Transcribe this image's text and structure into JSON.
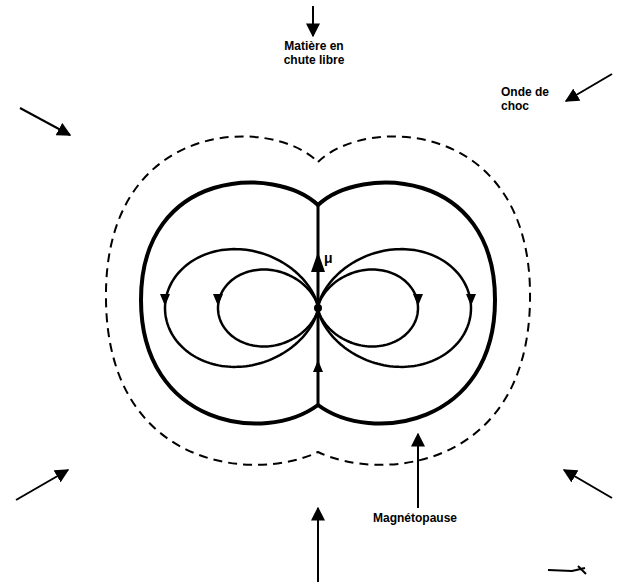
{
  "diagram": {
    "labels": [
      "Matière en chute libre",
      "Onde de choc",
      "Magnétopause",
      "μ"
    ]
  }
}
